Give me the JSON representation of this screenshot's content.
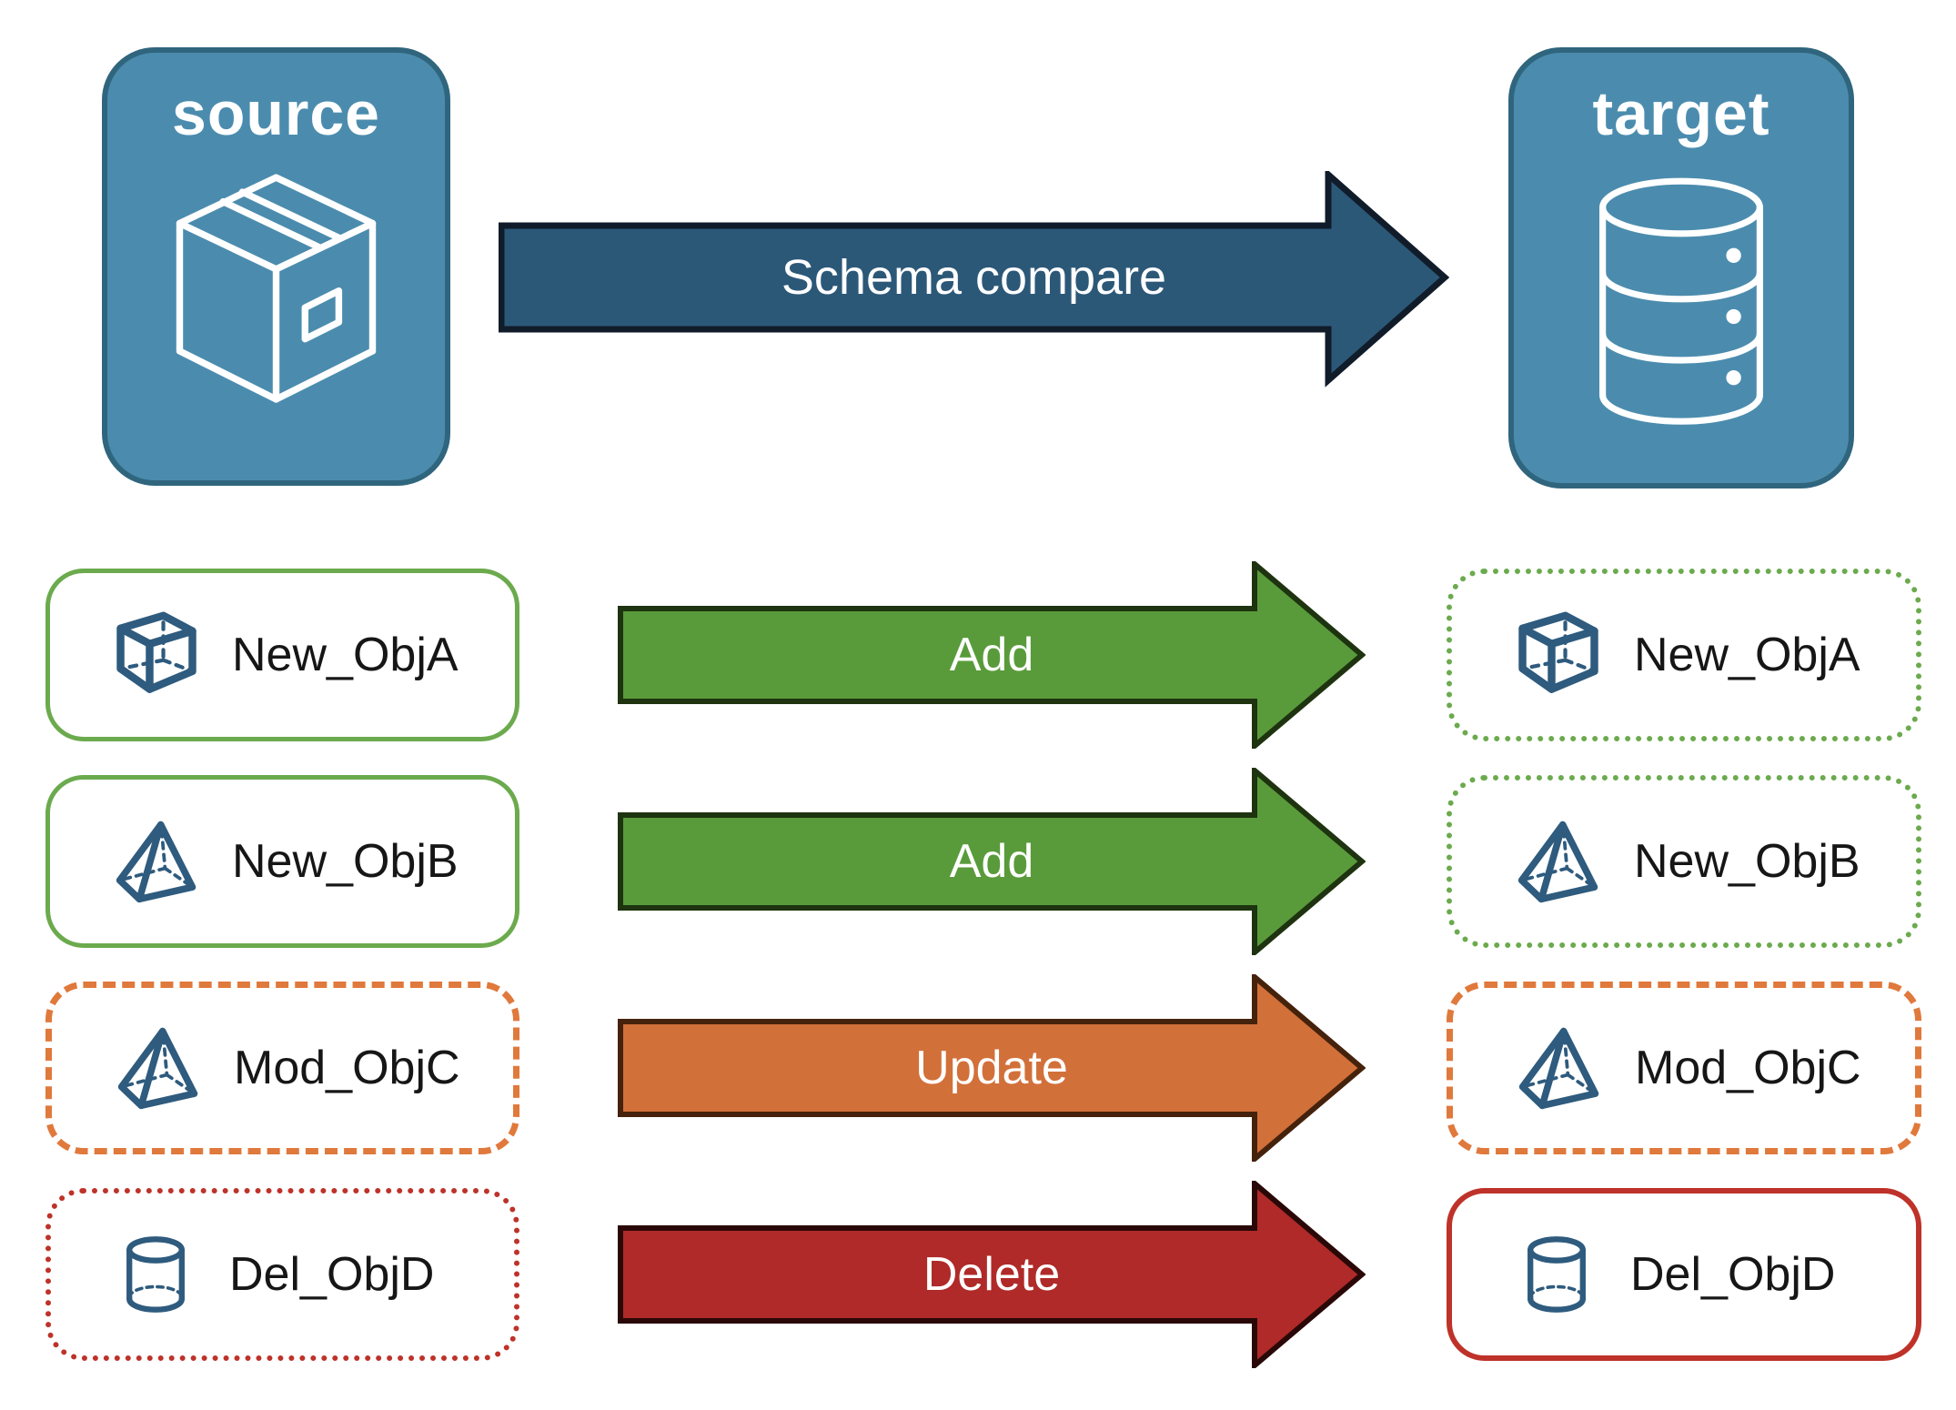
{
  "nodes": {
    "source": {
      "title": "source",
      "icon": "package-icon",
      "icon_ref": "#icon-package"
    },
    "target": {
      "title": "target",
      "icon": "database-icon",
      "icon_ref": "#icon-database"
    }
  },
  "schema_arrow": {
    "label": "Schema compare",
    "fill": "#2C5878",
    "outline": "#111C2A"
  },
  "rows": [
    {
      "name": "New_ObjA",
      "action": "Add",
      "change_type": "add",
      "icon": "cube-icon",
      "icon_ref": "#icon-cube",
      "arrow_fill": "#599B3B",
      "source_box_style": "solid green",
      "target_box_style": "dotted green"
    },
    {
      "name": "New_ObjB",
      "action": "Add",
      "change_type": "add",
      "icon": "pyramid-icon",
      "icon_ref": "#icon-pyramid",
      "arrow_fill": "#599B3B",
      "source_box_style": "solid green",
      "target_box_style": "dotted green"
    },
    {
      "name": "Mod_ObjC",
      "action": "Update",
      "change_type": "update",
      "icon": "pyramid-icon",
      "icon_ref": "#icon-pyramid",
      "arrow_fill": "#D2703A",
      "source_box_style": "dashed orange",
      "target_box_style": "dashed orange"
    },
    {
      "name": "Del_ObjD",
      "action": "Delete",
      "change_type": "delete",
      "icon": "cylinder-icon",
      "icon_ref": "#icon-cylinder",
      "arrow_fill": "#AF2A28",
      "source_box_style": "dotted red",
      "target_box_style": "solid red"
    }
  ],
  "colors": {
    "node_fill": "#4B8CAE",
    "node_border": "#30657E",
    "node_icon": "#FFFFFF",
    "object_icon": "#2E5B7E",
    "schema_arrow_fill": "#2C5878",
    "schema_arrow_outline": "#111C2A",
    "add_fill": "#599B3B",
    "add_outline": "#1E330F",
    "update_fill": "#D2703A",
    "update_outline": "#45220B",
    "delete_fill": "#AF2A28",
    "delete_outline": "#2A0808",
    "green_border": "#6BAA4D",
    "orange_border": "#E0793C",
    "red_border": "#BE3229",
    "label_text": "#161616",
    "arrow_text": "#FFFFFF"
  }
}
